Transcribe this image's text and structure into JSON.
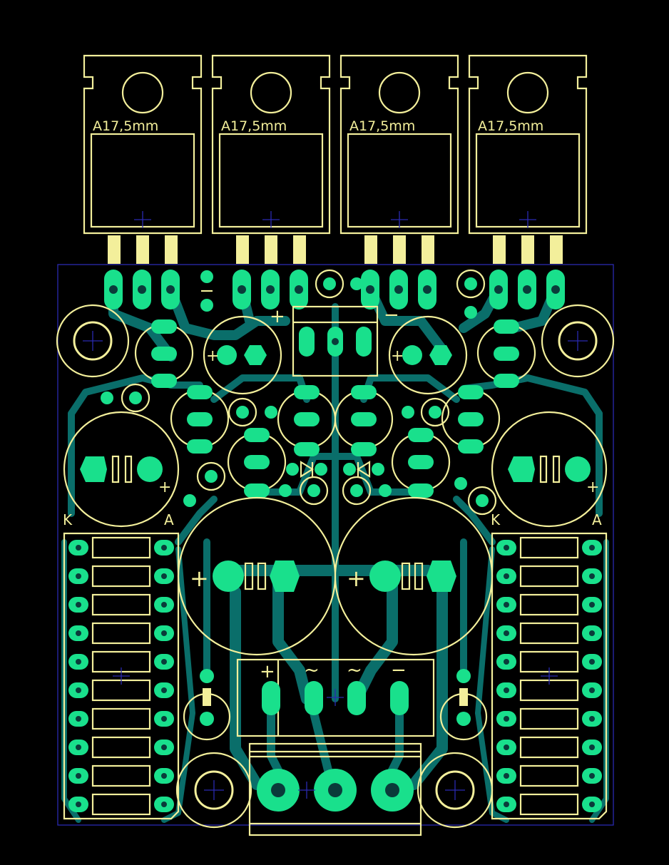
{
  "colors": {
    "background": "#000000",
    "copper": "#0a6e6a",
    "pad": "#19e08c",
    "silkscreen": "#f3ef9b",
    "outline": "#2a2ab0"
  },
  "transistors": [
    {
      "label": "A17,5mm"
    },
    {
      "label": "A17,5mm"
    },
    {
      "label": "A17,5mm"
    },
    {
      "label": "A17,5mm"
    }
  ],
  "markings": {
    "plus": "+",
    "minus": "−",
    "ac": "~",
    "k": "K",
    "a": "A"
  }
}
